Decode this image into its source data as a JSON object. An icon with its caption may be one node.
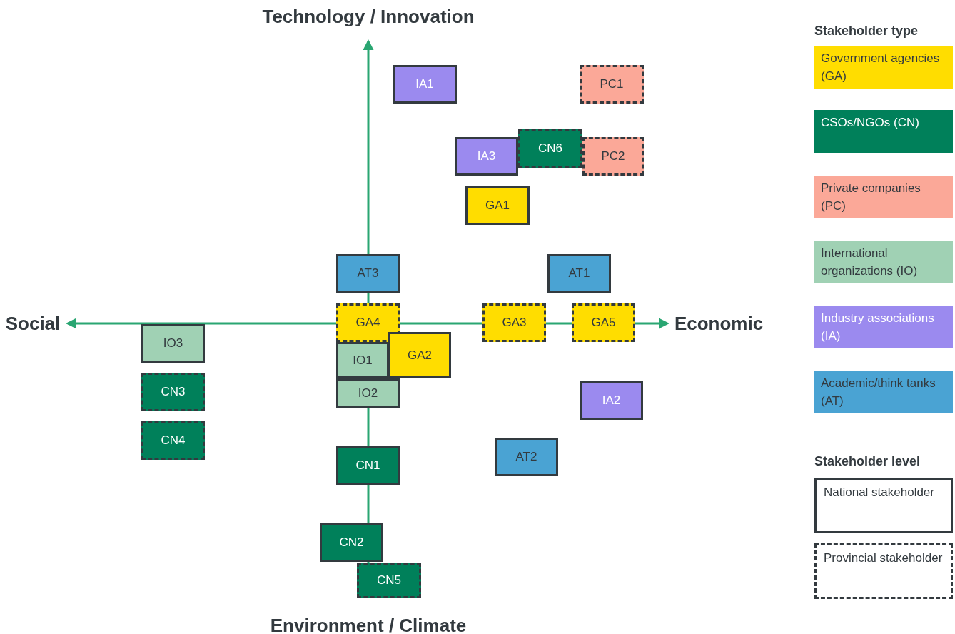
{
  "diagram": {
    "nodes": [
      {
        "text": [
          "IA1"
        ]
      },
      {
        "text": [
          "PC1"
        ]
      },
      {
        "text": [
          "CN6"
        ]
      },
      {
        "text": [
          "IA3"
        ]
      },
      {
        "text": [
          "PC2"
        ]
      },
      {
        "text": [
          "GA1"
        ]
      },
      {
        "text": [
          "AT3"
        ]
      },
      {
        "text": [
          "AT1"
        ]
      },
      {
        "text": [
          "GA4"
        ]
      },
      {
        "text": [
          "GA3"
        ]
      },
      {
        "text": [
          "GA5"
        ]
      },
      {
        "text": [
          "IO3"
        ]
      },
      {
        "text": [
          "GA2"
        ]
      },
      {
        "text": [
          "IO1"
        ]
      },
      {
        "text": [
          "IO2"
        ]
      },
      {
        "text": [
          "CN3"
        ]
      },
      {
        "text": [
          "IA2"
        ]
      },
      {
        "text": [
          "CN4"
        ]
      },
      {
        "text": [
          "AT2"
        ]
      },
      {
        "text": [
          "CN1"
        ]
      },
      {
        "text": [
          "CN2"
        ]
      },
      {
        "text": [
          "CN5"
        ]
      }
    ],
    "edges": [],
    "labels": [
      "Technology / Innovation",
      "Stakeholder type",
      "Social",
      "Economic",
      "Stakeholder level",
      "Environment / Climate"
    ],
    "legend": [
      {
        "text": "Government agencies (GA)",
        "color": "#ffdd00"
      },
      {
        "text": "CSOs/NGOs (CN)",
        "color": "#00805a"
      },
      {
        "text": "Private companies (PC)",
        "color": "#fba898"
      },
      {
        "text": "International organizations (IO)",
        "color": "#a0d1b4"
      },
      {
        "text": "Industry associations (IA)",
        "color": "#9b8aef"
      },
      {
        "text": "Academic/think tanks (AT)",
        "color": "#4aa3d3"
      },
      {
        "text": "National stakeholder"
      },
      {
        "text": "Provincial stakeholder"
      }
    ]
  }
}
